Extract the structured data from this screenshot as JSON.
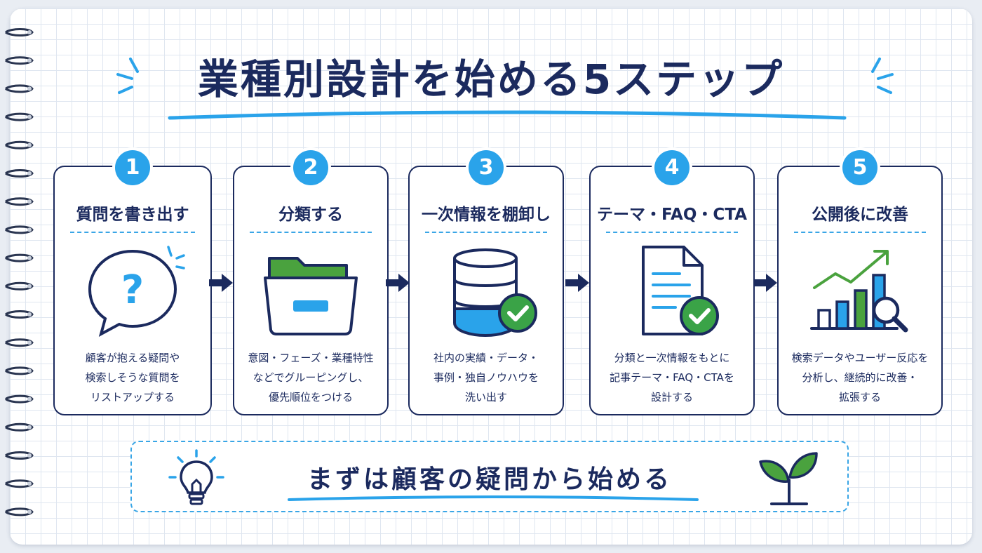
{
  "title": "業種別設計を始める5ステップ",
  "colors": {
    "navy": "#1b2a5e",
    "accent_blue": "#2aa3ea",
    "green": "#4aa23e",
    "check_green": "#3aa347"
  },
  "steps": [
    {
      "number": "1",
      "title": "質問を書き出す",
      "icon": "question-bubble-icon",
      "desc_lines": [
        "顧客が抱える疑問や",
        "検索しそうな質問を",
        "リストアップする"
      ]
    },
    {
      "number": "2",
      "title": "分類する",
      "icon": "folder-icon",
      "desc_lines": [
        "意図・フェーズ・業種特性",
        "などでグルーピングし、",
        "優先順位をつける"
      ]
    },
    {
      "number": "3",
      "title": "一次情報を棚卸し",
      "icon": "database-check-icon",
      "desc_lines": [
        "社内の実績・データ・",
        "事例・独自ノウハウを",
        "洗い出す"
      ]
    },
    {
      "number": "4",
      "title": "テーマ・FAQ・CTA",
      "icon": "document-check-icon",
      "desc_lines": [
        "分類と一次情報をもとに",
        "記事テーマ・FAQ・CTAを",
        "設計する"
      ]
    },
    {
      "number": "5",
      "title": "公開後に改善",
      "icon": "growth-chart-search-icon",
      "desc_lines": [
        "検索データやユーザー反応を",
        "分析し、継続的に改善・",
        "拡張する"
      ]
    }
  ],
  "footer": {
    "text": "まずは顧客の疑問から始める",
    "left_icon": "lightbulb-icon",
    "right_icon": "sprout-icon"
  }
}
